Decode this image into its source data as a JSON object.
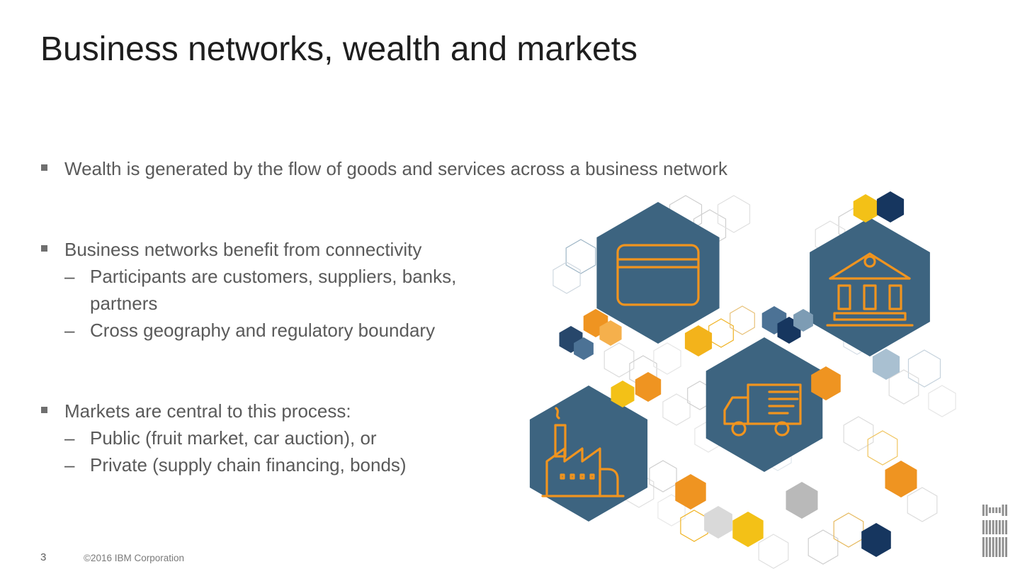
{
  "slide": {
    "title": "Business networks, wealth and markets",
    "markers": {
      "sub_dash": "–"
    },
    "bullets": [
      {
        "text": "Wealth is generated by the flow of goods and services across a business network",
        "subs": []
      },
      {
        "text": "Business networks benefit from connectivity",
        "subs": [
          "Participants are customers, suppliers, banks, partners",
          "Cross geography and regulatory boundary"
        ]
      },
      {
        "text": "Markets are central to this process:",
        "subs": [
          "Public (fruit market, car auction), or",
          "Private (supply chain financing, bonds)"
        ]
      }
    ],
    "footer": {
      "page_number": "3",
      "copyright": "©2016 IBM Corporation"
    }
  },
  "illustration": {
    "icons": [
      "credit-card-icon",
      "bank-icon",
      "truck-icon",
      "factory-icon"
    ],
    "palette": {
      "hex_blue": "#3d6480",
      "icon_orange": "#f0941f",
      "orange": "#ef9421",
      "gold": "#f3c117",
      "navy": "#16365f",
      "gray": "#b9b9b9",
      "light_blue": "#a9c0d1"
    }
  },
  "brand": {
    "logo_name": "ibm-8-bar-logo"
  }
}
